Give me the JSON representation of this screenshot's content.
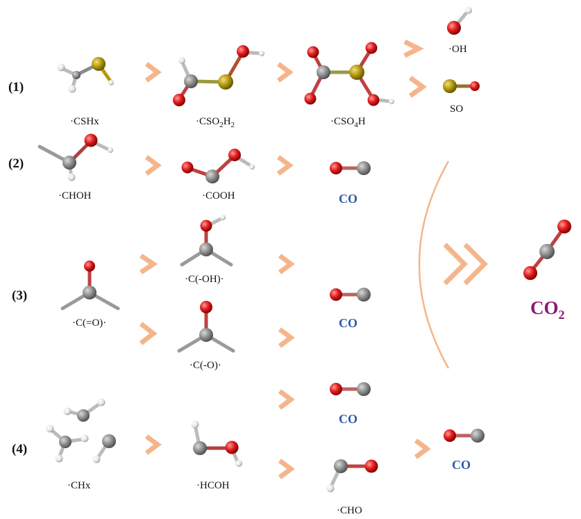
{
  "colors": {
    "arrow": "#f5b58a",
    "carbon": "#8a8a8a",
    "oxygen": "#e01c1c",
    "sulfur": "#b49a10",
    "hydrogen": "#e8e8e8",
    "co_label": "#2f5aa8",
    "co2_label": "#8b1a73"
  },
  "pathways": [
    {
      "id": "(1)",
      "species": [
        "·CSHx",
        "·CSO2H2",
        "·CSO4H"
      ],
      "products": [
        "·OH",
        "SO"
      ]
    },
    {
      "id": "(2)",
      "species": [
        "·CHOH",
        "·COOH"
      ],
      "products": [
        "CO"
      ]
    },
    {
      "id": "(3)",
      "species": [
        "·C(=O)·",
        "·C(-OH)·",
        "·C(-O)·"
      ],
      "products": [
        "CO",
        "CO"
      ]
    },
    {
      "id": "(4)",
      "species": [
        "·CHx",
        "·HCOH",
        "·CHO"
      ],
      "products": [
        "CO",
        "CO"
      ]
    }
  ],
  "final_product": {
    "base": "CO",
    "subscript": "2"
  },
  "labels": {
    "p1": "(1)",
    "p2": "(2)",
    "p3": "(3)",
    "p4": "(4)",
    "cshx": "·CSHx",
    "cso2h2": {
      "base": "·CSO",
      "sub1": "2",
      "mid": "H",
      "sub2": "2"
    },
    "cso4h": {
      "base": "·CSO",
      "sub1": "4",
      "mid": "H"
    },
    "oh": "·OH",
    "so": "SO",
    "choh": "·CHOH",
    "cooh": "·COOH",
    "co": "CO",
    "c_eq_o": "·C(=O)·",
    "c_oh": "·C(-OH)·",
    "c_o": "·C(-O)·",
    "chx": "·CHx",
    "hcoh": "·HCOH",
    "cho": "·CHO"
  }
}
